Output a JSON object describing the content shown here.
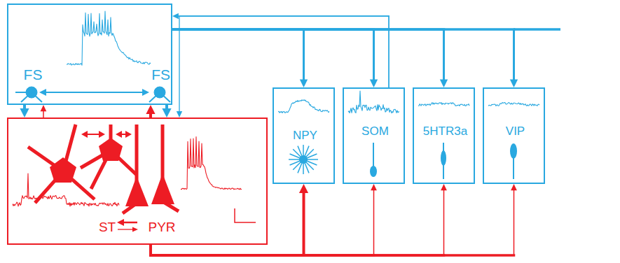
{
  "diagram": {
    "nodes": [
      {
        "text": [
          "FS",
          "FS"
        ]
      },
      {
        "text": [
          "ST",
          "PYR"
        ]
      },
      {
        "text": [
          "NPY"
        ]
      },
      {
        "text": [
          "SOM"
        ]
      },
      {
        "text": [
          "5HTR3a"
        ]
      },
      {
        "text": [
          "VIP"
        ]
      }
    ],
    "edges": [
      {
        "from": 0,
        "to": 1,
        "arrow": "to"
      },
      {
        "from": 1,
        "to": 0,
        "arrow": "to"
      },
      {
        "from": 1,
        "to": 0,
        "arrow": "to"
      },
      {
        "from": 0,
        "to": 1,
        "arrow": "to"
      },
      {
        "from": 0,
        "to": 2,
        "arrow": "to"
      },
      {
        "from": 0,
        "to": 3,
        "arrow": "to"
      },
      {
        "from": 0,
        "to": 4,
        "arrow": "to"
      },
      {
        "from": 0,
        "to": 5,
        "arrow": "to"
      },
      {
        "from": 3,
        "to": 0,
        "arrow": "to"
      },
      {
        "from": 3,
        "to": 1,
        "arrow": "to"
      },
      {
        "from": 1,
        "to": 2,
        "arrow": "to"
      },
      {
        "from": 1,
        "to": 3,
        "arrow": "to"
      },
      {
        "from": 1,
        "to": 4,
        "arrow": "to"
      },
      {
        "from": 1,
        "to": 5,
        "arrow": "to"
      }
    ]
  }
}
